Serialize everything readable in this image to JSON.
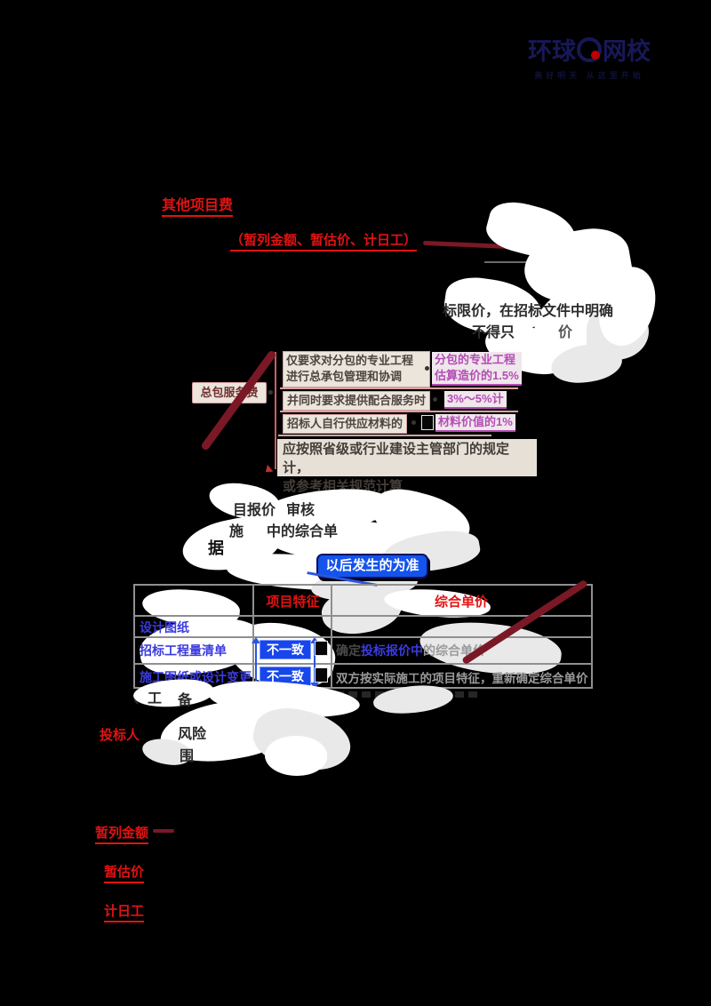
{
  "logo": {
    "brand_left": "环球",
    "brand_right": "网校",
    "tagline": "美好明天 从这里开始"
  },
  "sections": {
    "title": "其他项目费",
    "subtitle": "（暂列金额、暂估价、计日工）"
  },
  "fragments": {
    "limit_line": "标限价，在招标文件中明确",
    "limit_frag1": "不得只",
    "limit_frag2": "价",
    "quote1": "目报价",
    "quote1b": "审核",
    "quote2": "施",
    "quote2b": "中的综合单",
    "quote3": "据",
    "bt1": "、工",
    "bt2": "备",
    "bt3": "风险",
    "bt4": "围"
  },
  "service_fee": {
    "label": "总包服务费",
    "row1_line1": "仅要求对分包的专业工程",
    "row1_line2": "进行总承包管理和协调",
    "row1_value1": "分包的专业工程",
    "row1_value2": "估算造价的1.5%",
    "row2_text": "并同时要求提供配合服务时",
    "row2_value": "3%～5%计",
    "row3_text": "招标人自行供应材料的",
    "row3_value": "材料价值的1%",
    "note_line1": "应按照省级或行业建设主管部门的规定计，",
    "note_line2": "或参考相关规范计算"
  },
  "pill_label": "以后发生的为准",
  "table": {
    "header_col2": "项目特征",
    "header_col3": "综合单价",
    "rows": [
      {
        "label": "设计图纸",
        "status": "",
        "right_pre": "",
        "right_link": "",
        "right_post": ""
      },
      {
        "label": "招标工程量清单",
        "status": "不一致",
        "right_pre": "确定",
        "right_link": "投标报价中",
        "right_post": "的综合单价"
      },
      {
        "label": "施工图纸或设计变更",
        "status": "不一致",
        "right_pre": "双方按实际施工的项目特征，重新确定综合单价",
        "right_link": "",
        "right_post": ""
      }
    ]
  },
  "bidder_label": "投标人",
  "bottom_items": [
    {
      "label": "暂列金额"
    },
    {
      "label": "暂估价"
    },
    {
      "label": "计日工"
    }
  ],
  "colors": {
    "red": "#e21212",
    "marker": "#7a1826",
    "magenta": "#b44cb4",
    "blue_box": "#1746ea",
    "table_blue": "#3b3be0",
    "logo_navy": "#181858"
  }
}
